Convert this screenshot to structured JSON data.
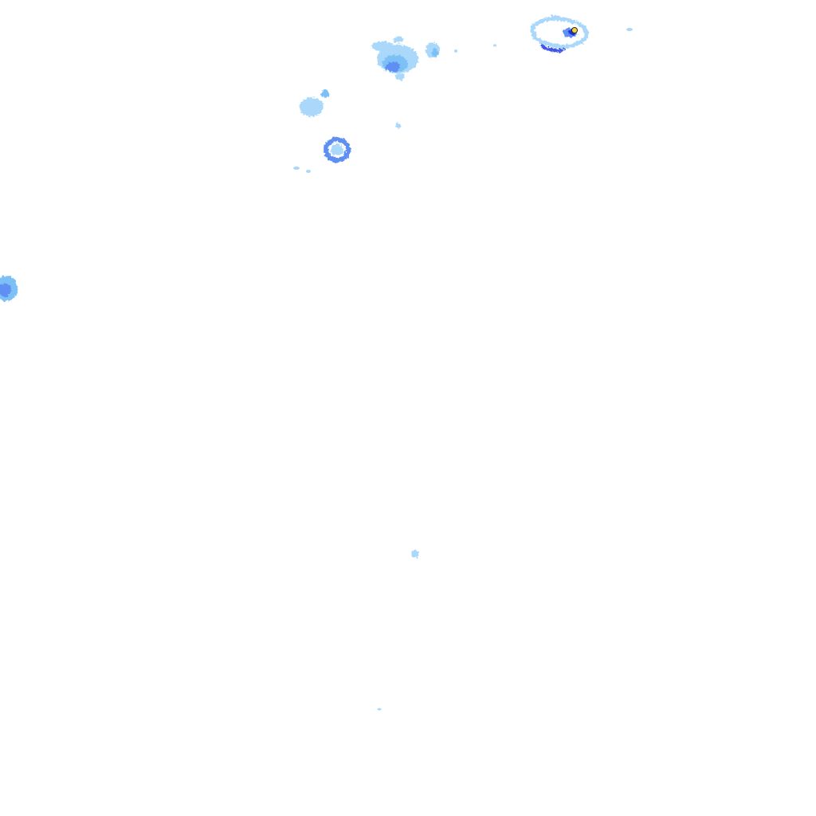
{
  "map": {
    "type": "radar-rainfall-overlay",
    "background_color": "#ffffff",
    "legend_visible": false,
    "text_labels": []
  },
  "palette": {
    "light": "#a9d8fb",
    "medium_light": "#7cc0f5",
    "medium": "#5f8ff2",
    "strong": "#3f55e6",
    "very_strong": "#1f2fd4",
    "peak": "#f3d23a",
    "peak_core": "#2a2a2a"
  },
  "precipitation_cells": [
    {
      "id": "northeast-ring",
      "intensity": "strong",
      "has_peak": true
    },
    {
      "id": "north-central-cluster",
      "intensity": "medium"
    },
    {
      "id": "north-small-cluster",
      "intensity": "light"
    },
    {
      "id": "central-west-cell-a",
      "intensity": "light"
    },
    {
      "id": "central-west-cell-b",
      "intensity": "strong"
    },
    {
      "id": "west-edge-cell",
      "intensity": "medium"
    },
    {
      "id": "south-speck",
      "intensity": "light"
    },
    {
      "id": "far-south-speck",
      "intensity": "light"
    }
  ]
}
